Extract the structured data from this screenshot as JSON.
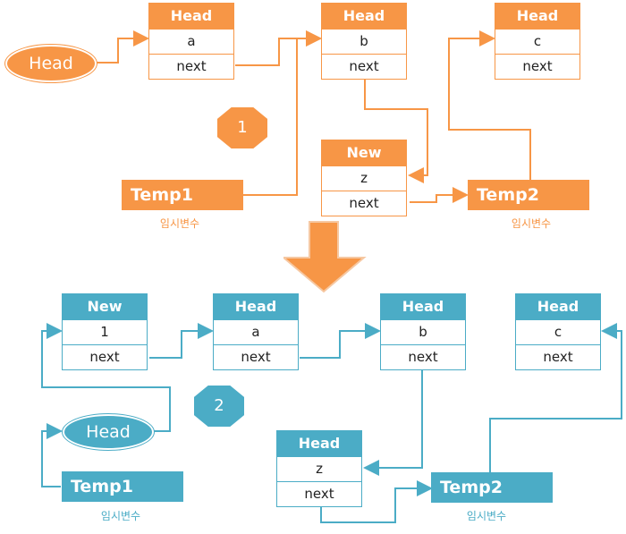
{
  "top": {
    "nodes": [
      {
        "header": "Head",
        "value": "a",
        "next": "next"
      },
      {
        "header": "Head",
        "value": "b",
        "next": "next"
      },
      {
        "header": "Head",
        "value": "c",
        "next": "next"
      },
      {
        "header": "New",
        "value": "z",
        "next": "next"
      }
    ],
    "head_pointer": "Head",
    "step_badge": "1",
    "temp1": {
      "label": "Temp1",
      "sub": "임시변수"
    },
    "temp2": {
      "label": "Temp2",
      "sub": "임시변수"
    }
  },
  "bottom": {
    "nodes": [
      {
        "header": "New",
        "value": "1",
        "next": "next"
      },
      {
        "header": "Head",
        "value": "a",
        "next": "next"
      },
      {
        "header": "Head",
        "value": "b",
        "next": "next"
      },
      {
        "header": "Head",
        "value": "c",
        "next": "next"
      },
      {
        "header": "Head",
        "value": "z",
        "next": "next"
      }
    ],
    "head_pointer": "Head",
    "step_badge": "2",
    "temp1": {
      "label": "Temp1",
      "sub": "임시변수"
    },
    "temp2": {
      "label": "Temp2",
      "sub": "임시변수"
    }
  },
  "colors": {
    "orange": "#f79646",
    "blue": "#4bacc6"
  }
}
